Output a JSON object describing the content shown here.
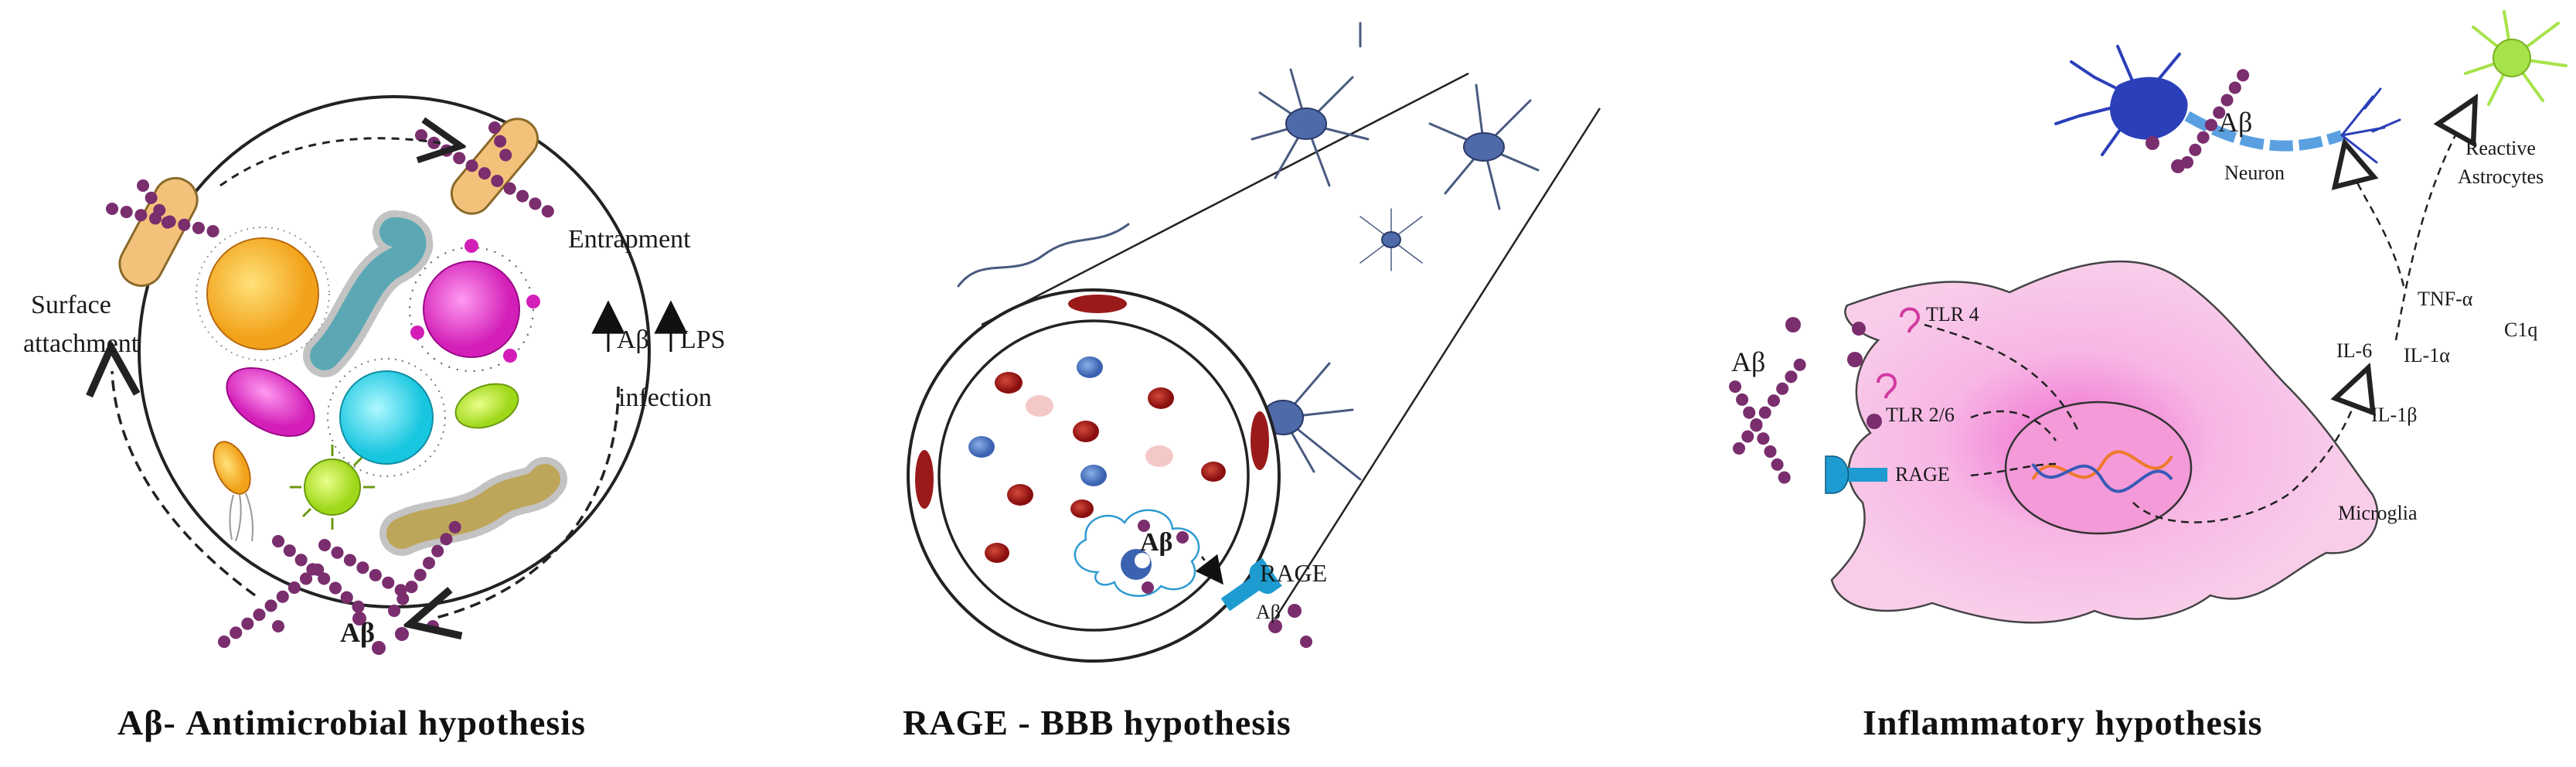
{
  "panels": [
    {
      "title": "Aβ- Antimicrobial  hypothesis",
      "labels": {
        "entrapment": "Entrapment",
        "surface_1": "Surface",
        "surface_2": "attachment",
        "ab_arrow": "Aβ",
        "lps": "LPS",
        "infection": "infection",
        "ab_bottom": "Aβ"
      }
    },
    {
      "title": "RAGE  - BBB hypothesis",
      "labels": {
        "ab_cloud": "Aβ",
        "rage": "RAGE",
        "ab_small": "Aβ"
      }
    },
    {
      "title": "Inflammatory  hypothesis",
      "labels": {
        "ab_neuron": "Aβ",
        "neuron": "Neuron",
        "reactive_1": "Reactive",
        "reactive_2": "Astrocytes",
        "tnf": "TNF-α",
        "c1q": "C1q",
        "il6": "IL-6",
        "il1a": "IL-1α",
        "il1b": "IL-1β",
        "tlr4": "TLR 4",
        "tlr26": "TLR 2/6",
        "rage": "RAGE",
        "ab_left": "Aβ",
        "microglia": "Microglia"
      }
    }
  ],
  "colors": {
    "amyloid": "#7a2e6e",
    "bacteria_capsule": "#f3c27a",
    "microglia": "#f4a8d8",
    "vessel_cell": "#9a1a1a",
    "rage_receptor": "#1e9bd0",
    "neuron": "#2a3fb8",
    "astrocyte": "#a6e34a",
    "glia_lines": "#4a5a80"
  }
}
